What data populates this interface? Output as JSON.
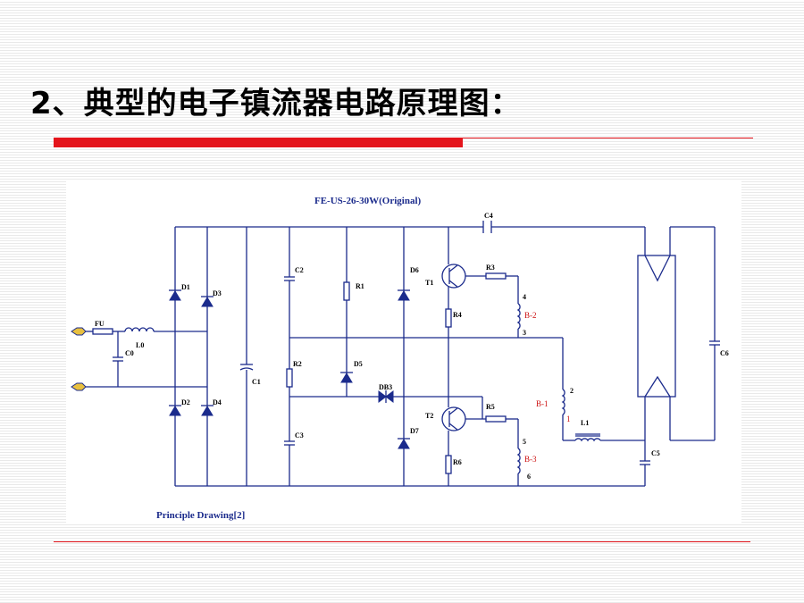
{
  "slide": {
    "title": "2、典型的电子镇流器电路原理图："
  },
  "diagram": {
    "title": "FE-US-26-30W(Original)",
    "caption": "Principle Drawing[2]",
    "labels": {
      "fu": "FU",
      "l0": "L0",
      "c0": "C0",
      "d1": "D1",
      "d2": "D2",
      "d3": "D3",
      "d4": "D4",
      "c1": "C1",
      "c2": "C2",
      "c3": "C3",
      "r1": "R1",
      "r2": "R2",
      "d5": "D5",
      "d6": "D6",
      "d7": "D7",
      "db3": "DB3",
      "t1": "T1",
      "t2": "T2",
      "r3": "R3",
      "r4": "R4",
      "r5": "R5",
      "r6": "R6",
      "c4": "C4",
      "c5": "C5",
      "c6": "C6",
      "l1": "L1",
      "b1": "B-1",
      "b2": "B-2",
      "b3": "B-3",
      "pin1": "1",
      "pin2": "2",
      "pin3": "3",
      "pin4": "4",
      "pin5": "5",
      "pin6": "6"
    }
  },
  "colors": {
    "accent": "#e4141b",
    "wire": "#1b2b8c",
    "red_label": "#cc1010"
  }
}
